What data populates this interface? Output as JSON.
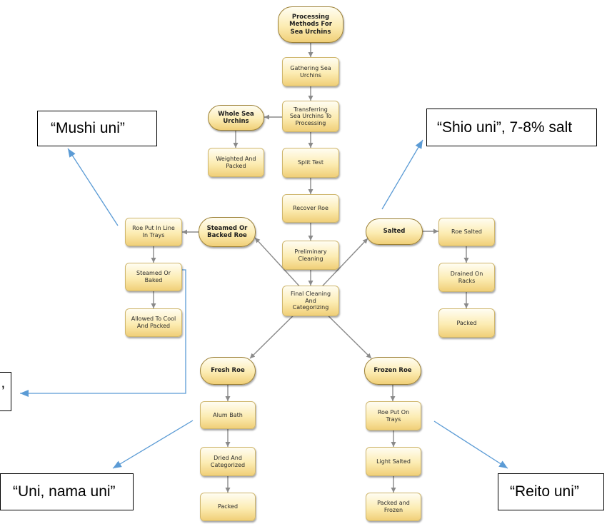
{
  "diagram": {
    "title": "Processing\nMethods For\nSea Urchins",
    "nodes": {
      "gathering": "Gathering Sea\nUrchins",
      "transferring": "Transferring\nSea Urchins To\nProcessing",
      "whole": "Whole Sea\nUrchins",
      "weighted": "Weighted And\nPacked",
      "split": "Split Test",
      "recover": "Recover Roe",
      "preliminary": "Preliminary\nCleaning",
      "final": "Final Cleaning\nAnd\nCategorizing",
      "steamed_roe": "Steamed Or\nBacked Roe",
      "trays_line": "Roe Put In Line\nIn Trays",
      "steamed_baked": "Steamed Or\nBaked",
      "cool_packed": "Allowed To Cool\nAnd Packed",
      "salted": "Salted",
      "roe_salted": "Roe Salted",
      "drained": "Drained On\nRacks",
      "salted_packed": "Packed",
      "fresh": "Fresh Roe",
      "alum": "Alum Bath",
      "dried": "Dried And\nCategorized",
      "fresh_packed": "Packed",
      "frozen": "Frozen Roe",
      "roe_trays": "Roe Put On\nTrays",
      "light_salted": "Light Salted",
      "packed_frozen": "Packed and\nFrozen"
    }
  },
  "annotations": {
    "mushi": "“Mushi uni”",
    "shio": "“Shio uni”, 7-8% salt",
    "partial": "’",
    "nama": "“Uni, nama uni”",
    "reito": "“Reito uni”"
  },
  "colors": {
    "node_fill_top": "#fffdf2",
    "node_fill_mid": "#fcecb2",
    "node_fill_bottom": "#f0cf78",
    "connector": "#8a8a8a",
    "callout_arrow": "#5b9bd5"
  }
}
